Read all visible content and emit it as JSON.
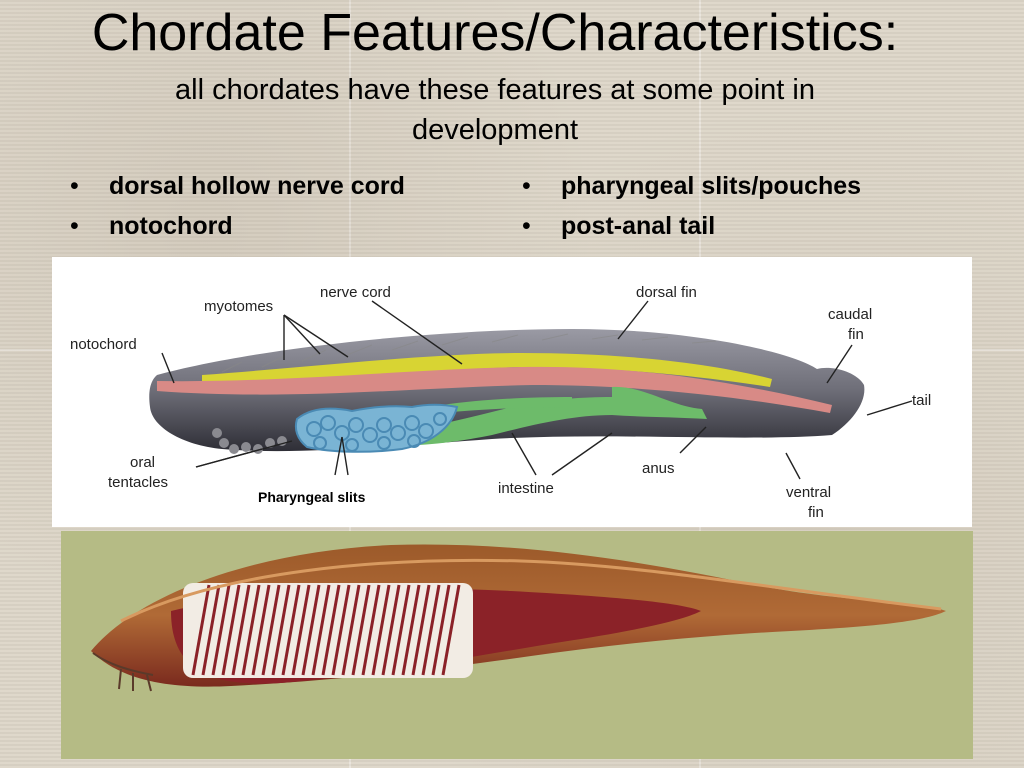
{
  "slide": {
    "title": "Chordate Features/Characteristics:",
    "subtitle": "all chordates have these features at some point in development"
  },
  "bullets": {
    "left": [
      "dorsal hollow nerve cord",
      "notochord"
    ],
    "right": [
      "pharyngeal slits/pouches",
      "post-anal tail"
    ],
    "marker": "•"
  },
  "diagram": {
    "labels": {
      "myotomes": "myotomes",
      "nerve_cord": "nerve cord",
      "dorsal_fin": "dorsal fin",
      "caudal": "caudal",
      "fin": "fin",
      "notochord": "notochord",
      "tail": "tail",
      "oral": "oral",
      "tentacles": "tentacles",
      "intestine": "intestine",
      "anus": "anus",
      "ventral": "ventral",
      "ventral_fin": "fin",
      "pharyngeal_slits": "Pharyngeal slits"
    },
    "colors": {
      "body": "#6e6e78",
      "nerve_cord": "#d8d433",
      "notochord": "#d88a86",
      "intestine": "#6dbb6a",
      "pharynx": "#7ab4d4"
    }
  },
  "photo": {
    "background": "#b5bb85",
    "specimen": "lancelet-cross-section"
  }
}
